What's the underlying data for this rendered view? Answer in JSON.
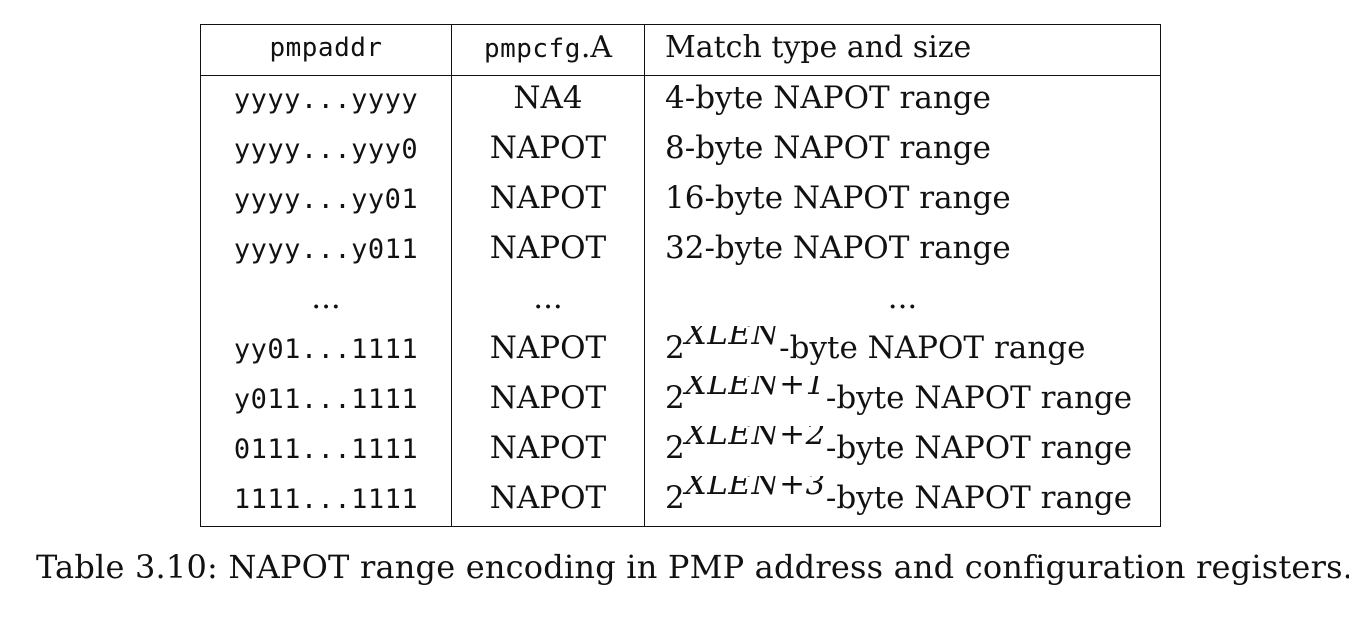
{
  "table": {
    "headers": {
      "pmpaddr": "pmpaddr",
      "pmpcfg_mono": "pmpcfg",
      "pmpcfg_suffix": ".A",
      "match": "Match type and size"
    },
    "rows": [
      {
        "addr": "yyyy...yyyy",
        "mode": "NA4",
        "match_pre": "4-byte NAPOT range",
        "match_sup": "",
        "match_post": ""
      },
      {
        "addr": "yyyy...yyy0",
        "mode": "NAPOT",
        "match_pre": "8-byte NAPOT range",
        "match_sup": "",
        "match_post": ""
      },
      {
        "addr": "yyyy...yy01",
        "mode": "NAPOT",
        "match_pre": "16-byte NAPOT range",
        "match_sup": "",
        "match_post": ""
      },
      {
        "addr": "yyyy...y011",
        "mode": "NAPOT",
        "match_pre": "32-byte NAPOT range",
        "match_sup": "",
        "match_post": ""
      },
      {
        "addr": "...",
        "mode": "...",
        "match_pre": "...",
        "match_sup": "",
        "match_post": ""
      },
      {
        "addr": "yy01...1111",
        "mode": "NAPOT",
        "match_pre": "2",
        "match_sup": "XLEN",
        "match_post": "-byte NAPOT range"
      },
      {
        "addr": "y011...1111",
        "mode": "NAPOT",
        "match_pre": "2",
        "match_sup": "XLEN+1",
        "match_post": "-byte NAPOT range"
      },
      {
        "addr": "0111...1111",
        "mode": "NAPOT",
        "match_pre": "2",
        "match_sup": "XLEN+2",
        "match_post": "-byte NAPOT range"
      },
      {
        "addr": "1111...1111",
        "mode": "NAPOT",
        "match_pre": "2",
        "match_sup": "XLEN+3",
        "match_post": "-byte NAPOT range"
      }
    ]
  },
  "caption": "Table 3.10: NAPOT range encoding in PMP address and configuration registers."
}
